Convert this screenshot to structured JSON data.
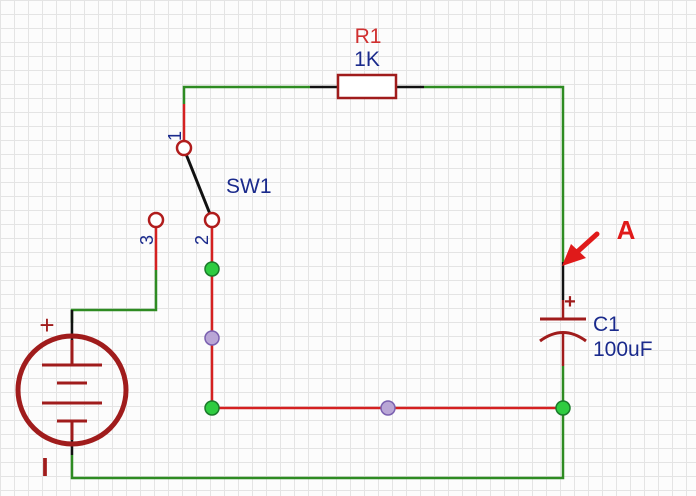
{
  "components": {
    "resistor": {
      "ref": "R1",
      "value": "1K"
    },
    "switch": {
      "ref": "SW1",
      "pins": [
        "1",
        "2",
        "3"
      ]
    },
    "capacitor": {
      "ref": "C1",
      "value": "100uF",
      "polarity": "+"
    },
    "battery": {
      "plus": "+",
      "minus": "I"
    }
  },
  "annotation": {
    "label": "A"
  },
  "colors": {
    "wire_green": "#2e8b22",
    "wire_red": "#d42020",
    "wire_black": "#111111",
    "component_red": "#a01c1c",
    "label_red": "#d03030",
    "label_blue": "#1a2a8c",
    "node_green": "#2ecc40",
    "node_violet": "#b9a6d6",
    "arrow_red": "#e01a1a"
  }
}
